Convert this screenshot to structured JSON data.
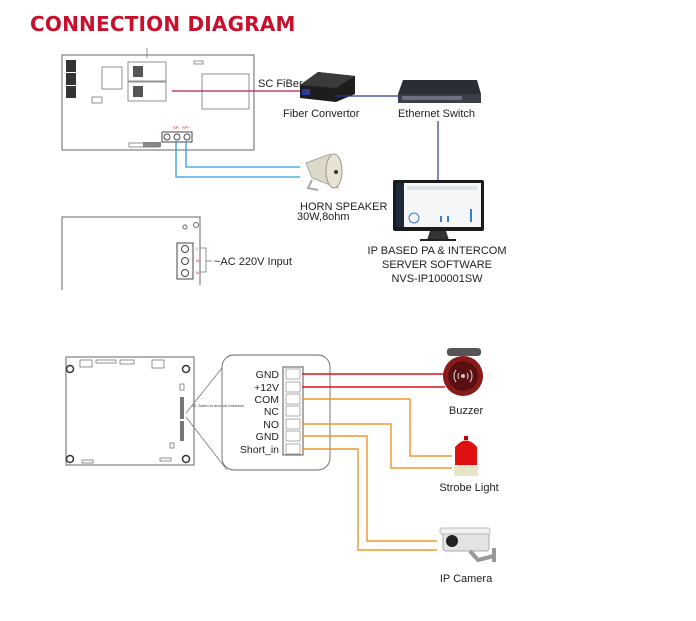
{
  "title": "CONNECTION DIAGRAM",
  "top_section": {
    "fiber_link_label": "SC FiBer",
    "fiber_convertor_label": "Fiber Convertor",
    "ethernet_switch_label": "Ethernet Switch",
    "speaker_terminal_labels": [
      "SP-",
      "SP+"
    ],
    "horn_speaker_label": [
      "HORN SPEAKER",
      "30W,8ohm"
    ],
    "power_terminal_labels": [
      "L",
      "N",
      "N"
    ],
    "power_input_label": "~AC 220V Input",
    "server_label": [
      "IP BASED PA & INTERCOM",
      "SERVER SOFTWARE",
      "NVS-IP100001SW"
    ]
  },
  "bottom_section": {
    "interface_note": "J7, Alarm in and out interface",
    "pins": [
      "GND",
      "+12V",
      "COM",
      "NC",
      "NO",
      "GND",
      "Short_in"
    ],
    "devices": {
      "buzzer": "Buzzer",
      "strobe": "Strobe Light",
      "camera": "IP Camera"
    }
  },
  "colors": {
    "title": "#c8102e",
    "fiber": "#c2185b",
    "network": "#2a3a9a",
    "speaker_wire": "#2aa0de",
    "power_wire": "#e0121b",
    "signal_wire": "#f0962a"
  }
}
